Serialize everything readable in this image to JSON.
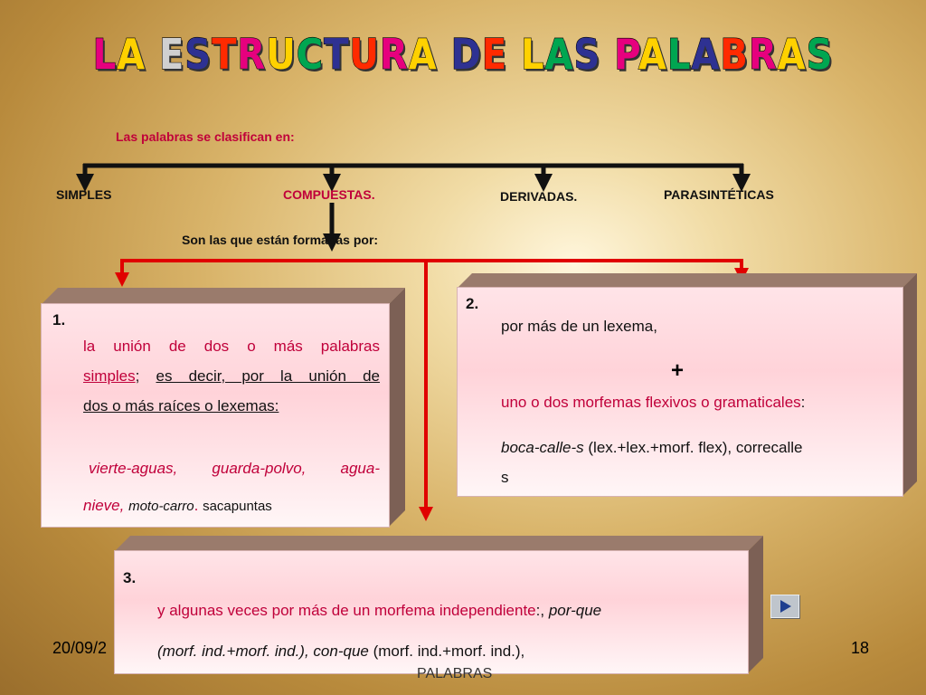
{
  "title": "LA ESTRUCTURA DE LAS PALABRAS",
  "title_colors": [
    "#e6007e",
    "#ffd100",
    "#00a651",
    "#d0d0d0",
    "#2e3192",
    "#ff2a00",
    "#e6007e",
    "#ffd100",
    "#00a651",
    "#2e3192",
    "#ff2a00",
    "#e6007e",
    "#ffd100",
    "#00a651",
    "#2e3192",
    "#ff2a00",
    "#e6007e",
    "#ffd100",
    "#00a651",
    "#2e3192",
    "#ff2a00",
    "#e6007e",
    "#ffd100",
    "#00a651",
    "#2e3192",
    "#ff2a00",
    "#e6007e",
    "#ffd100",
    "#00a651"
  ],
  "intro": "Las palabras se clasifican en:",
  "categories": {
    "simples": "SIMPLES",
    "compuestas": "COMPUESTAS.",
    "derivadas": "DERIVADAS.",
    "parasinteticas": "PARASINTÉTICAS"
  },
  "compuestas_desc": "Son las que están formadas por:",
  "box1": {
    "num": "1.",
    "line1": "la unión de dos o más palabras",
    "line2a": "simples",
    "line2b": "; ",
    "line2c": "es decir, por la unión de",
    "line3": "dos o más raíces o lexemas:",
    "ex1": "vierte-aguas, guarda-polvo, agua-",
    "ex2a": "nieve",
    "ex2b": ", ",
    "ex2c": "moto-carro",
    "ex2d": ". ",
    "ex2e": "sacapuntas"
  },
  "box2": {
    "num": "2.",
    "line1": "por más de un lexema,",
    "plus": "+",
    "line2a": "uno o dos morfemas flexivos o gramaticales",
    "line2b": ":",
    "line3a": "boca-calle-s",
    "line3b": " (lex.+lex.+morf. flex), correcalle",
    "line4": "s"
  },
  "box3": {
    "num": "3.",
    "line1a": "y algunas veces por más de un morfema independiente",
    "line1b": ":, ",
    "line1c": "por-que",
    "line2a": "(morf. ind.+morf. ind.), ",
    "line2b": "con-que",
    "line2c": " (morf. ind.+morf. ind.),"
  },
  "footer": {
    "date": "20/09/2",
    "page": "18",
    "center": "PALABRAS"
  },
  "nav_icon": "play-next-icon"
}
